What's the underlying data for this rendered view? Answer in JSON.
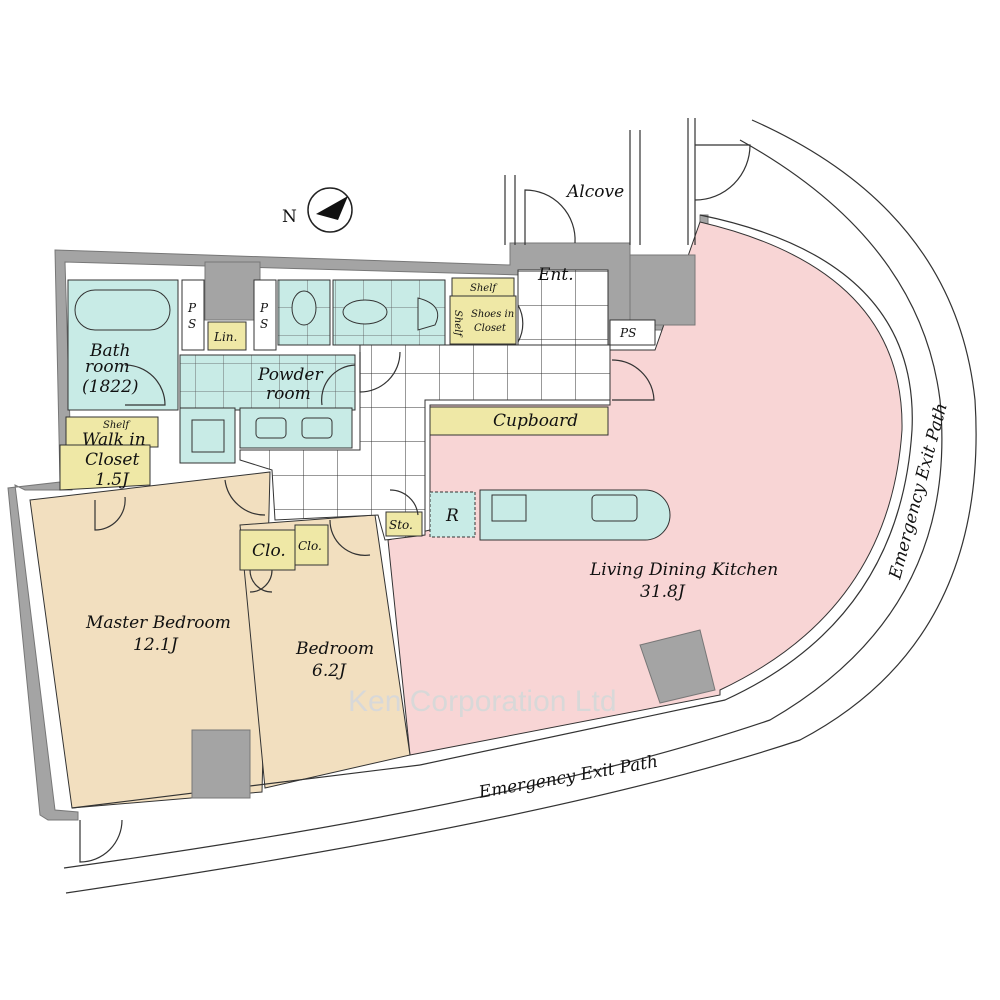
{
  "title": "Floor plan",
  "colors": {
    "ldk": "#f8d5d5",
    "bedroom": "#f2dfbf",
    "wet": "#c8ebe6",
    "storage": "#efe8a6",
    "wall": "#a4a4a4"
  },
  "rooms": {
    "alcove": "Alcove",
    "entrance": "Ent.",
    "ps": "PS",
    "ps_p": "P",
    "ps_s": "S",
    "linen": "Lin.",
    "shelf": "Shelf",
    "shoes_closet": [
      "Shoes in",
      "Closet"
    ],
    "bathroom": [
      "Bath",
      "room",
      "(1822)"
    ],
    "powder_room": [
      "Powder",
      "room"
    ],
    "walk_in_closet": [
      "Walk in",
      "Closet",
      "1.5J"
    ],
    "cupboard": "Cupboard",
    "refrigerator": "R",
    "storage": "Sto.",
    "closet": "Clo.",
    "ldk": [
      "Living Dining Kitchen",
      "31.8J"
    ],
    "master_bedroom": [
      "Master Bedroom",
      "12.1J"
    ],
    "bedroom": [
      "Bedroom",
      "6.2J"
    ],
    "exit_path": "Emergency Exit Path"
  },
  "watermark": "Ken Corporation Ltd",
  "compass_label": "N"
}
